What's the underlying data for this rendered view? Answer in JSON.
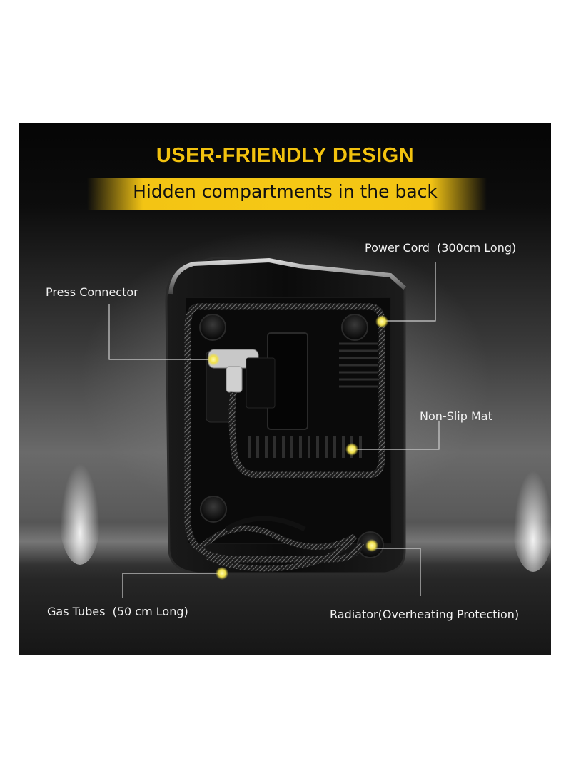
{
  "header": {
    "title": "USER-FRIENDLY DESIGN",
    "subtitle": "Hidden compartments in the back"
  },
  "callouts": {
    "power_cord": "Power Cord  (300cm Long)",
    "press_connector": "Press Connector",
    "non_slip_mat": "Non-Slip Mat",
    "gas_tubes": "Gas Tubes  (50 cm Long)",
    "radiator": "Radiator(Overheating Protection)"
  },
  "colors": {
    "accent_yellow": "#f2c20e",
    "marker_yellow": "#f0e04a"
  }
}
